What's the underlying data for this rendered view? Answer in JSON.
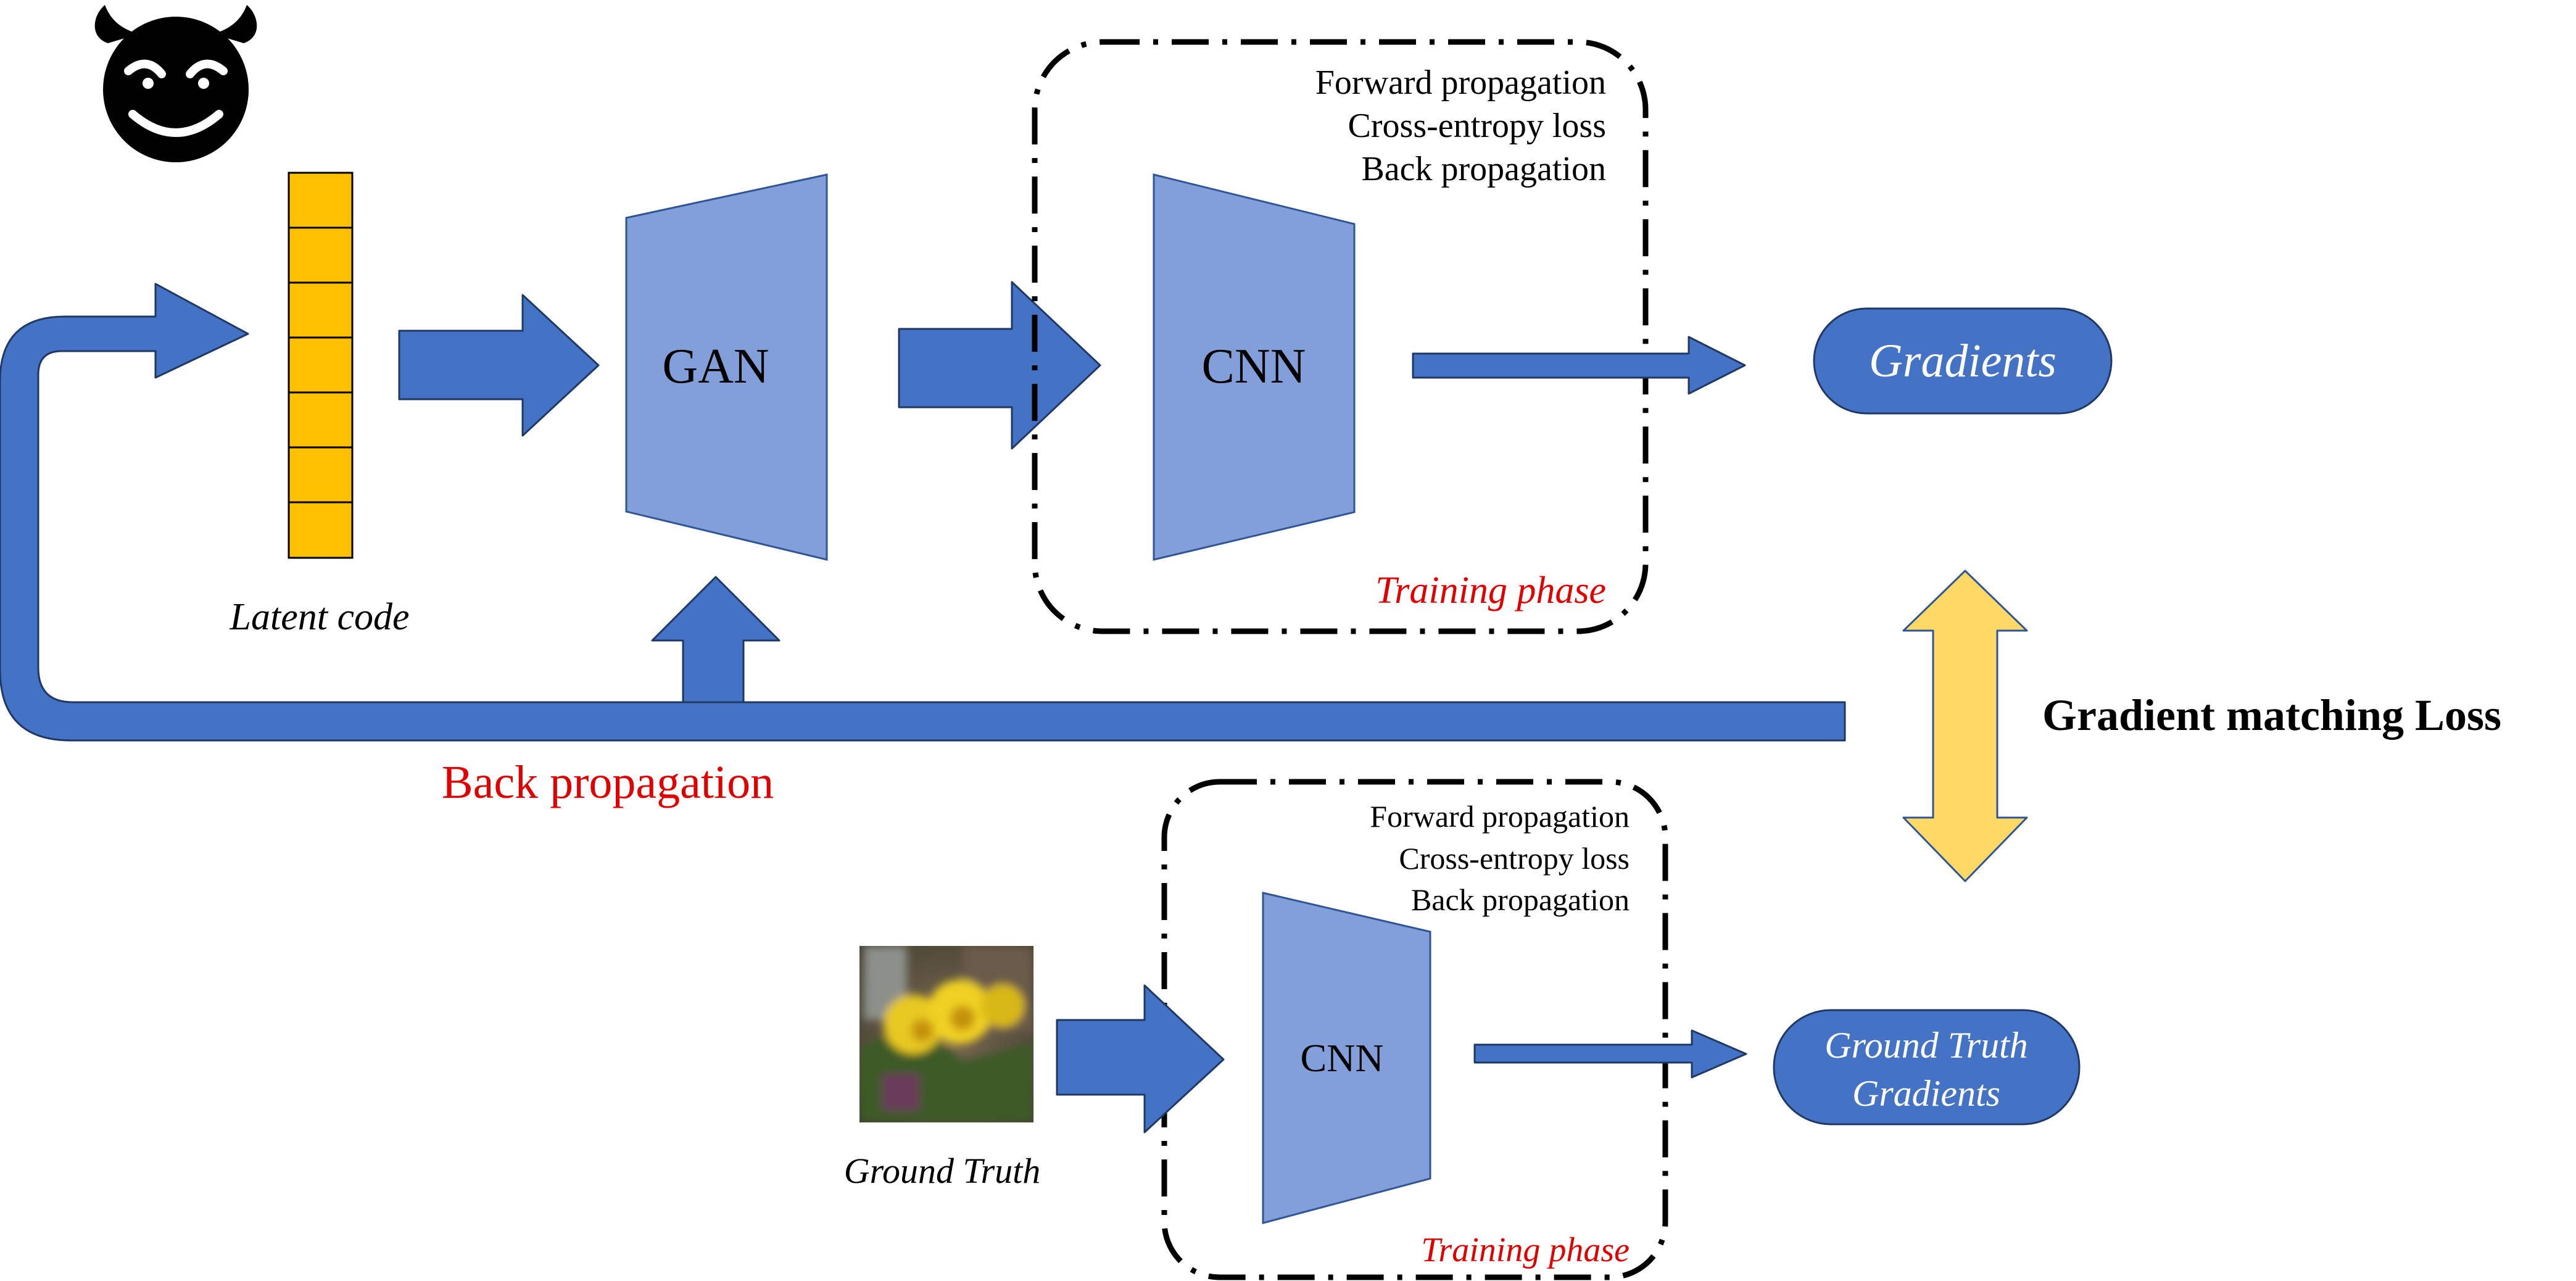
{
  "colors": {
    "arrow_blue": "#4472C4",
    "trapezoid_blue": "#829FD9",
    "latent_yellow": "#FFC000",
    "double_arrow_yellow": "#FFD966",
    "red_text": "#E00000",
    "black": "#000000"
  },
  "icons": {
    "attacker": "smiling-devil-icon",
    "ground_truth_image": "daffodil-photo"
  },
  "top": {
    "latent_label": "Latent code",
    "gan_label": "GAN",
    "cnn_label": "CNN",
    "phase_lines": [
      "Forward propagation",
      "Cross-entropy loss",
      "Back propagation"
    ],
    "phase_label": "Training phase",
    "output_label": "Gradients",
    "backprop_label": "Back propagation"
  },
  "matching_label": "Gradient matching Loss",
  "bottom": {
    "image_label": "Ground Truth",
    "cnn_label": "CNN",
    "phase_lines": [
      "Forward propagation",
      "Cross-entropy loss",
      "Back propagation"
    ],
    "phase_label": "Training phase",
    "output_label_lines": [
      "Ground Truth",
      "Gradients"
    ]
  }
}
